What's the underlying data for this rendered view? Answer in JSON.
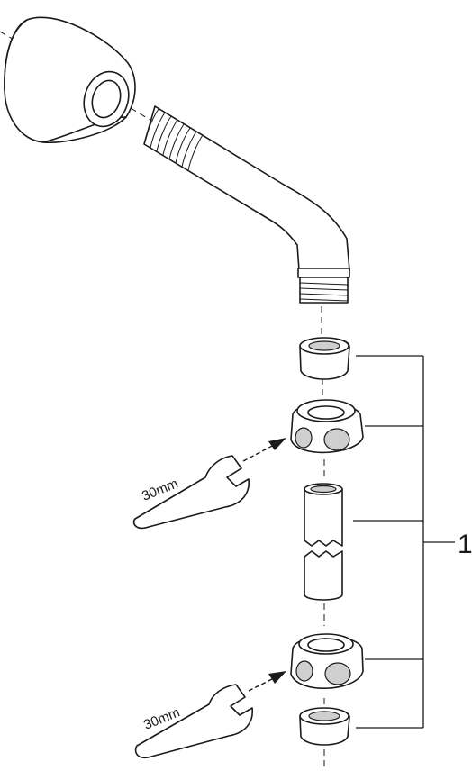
{
  "wrench_upper": {
    "label": "30mm"
  },
  "wrench_lower": {
    "label": "30mm"
  },
  "callout": {
    "number": "1"
  }
}
